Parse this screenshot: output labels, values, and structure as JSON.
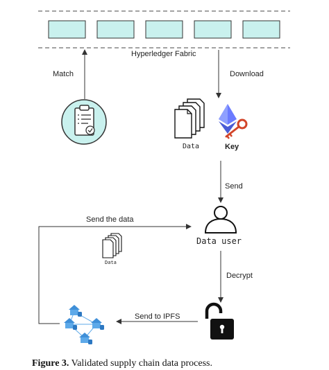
{
  "ledger": {
    "label": "Hyperledger Fabric",
    "block_count": 5,
    "block_color": "#c9f1ee"
  },
  "steps": {
    "match": "Match",
    "download": "Download",
    "send": "Send",
    "send_data": "Send the data",
    "decrypt": "Decrypt",
    "send_ipfs": "Send to IPFS"
  },
  "nodes": {
    "data_label": "Data",
    "key_label": "Key",
    "data_user_label": "Data user",
    "small_data_label": "Data"
  },
  "caption": {
    "prefix": "Figure 3.",
    "text": "Validated supply chain data process."
  },
  "colors": {
    "teal": "#7fd9d2",
    "teal_light": "#c9f1ee",
    "ipfs_blue": "#5da9e9",
    "ethereum_blue": "#6b7bff",
    "key_red": "#d2452a"
  }
}
